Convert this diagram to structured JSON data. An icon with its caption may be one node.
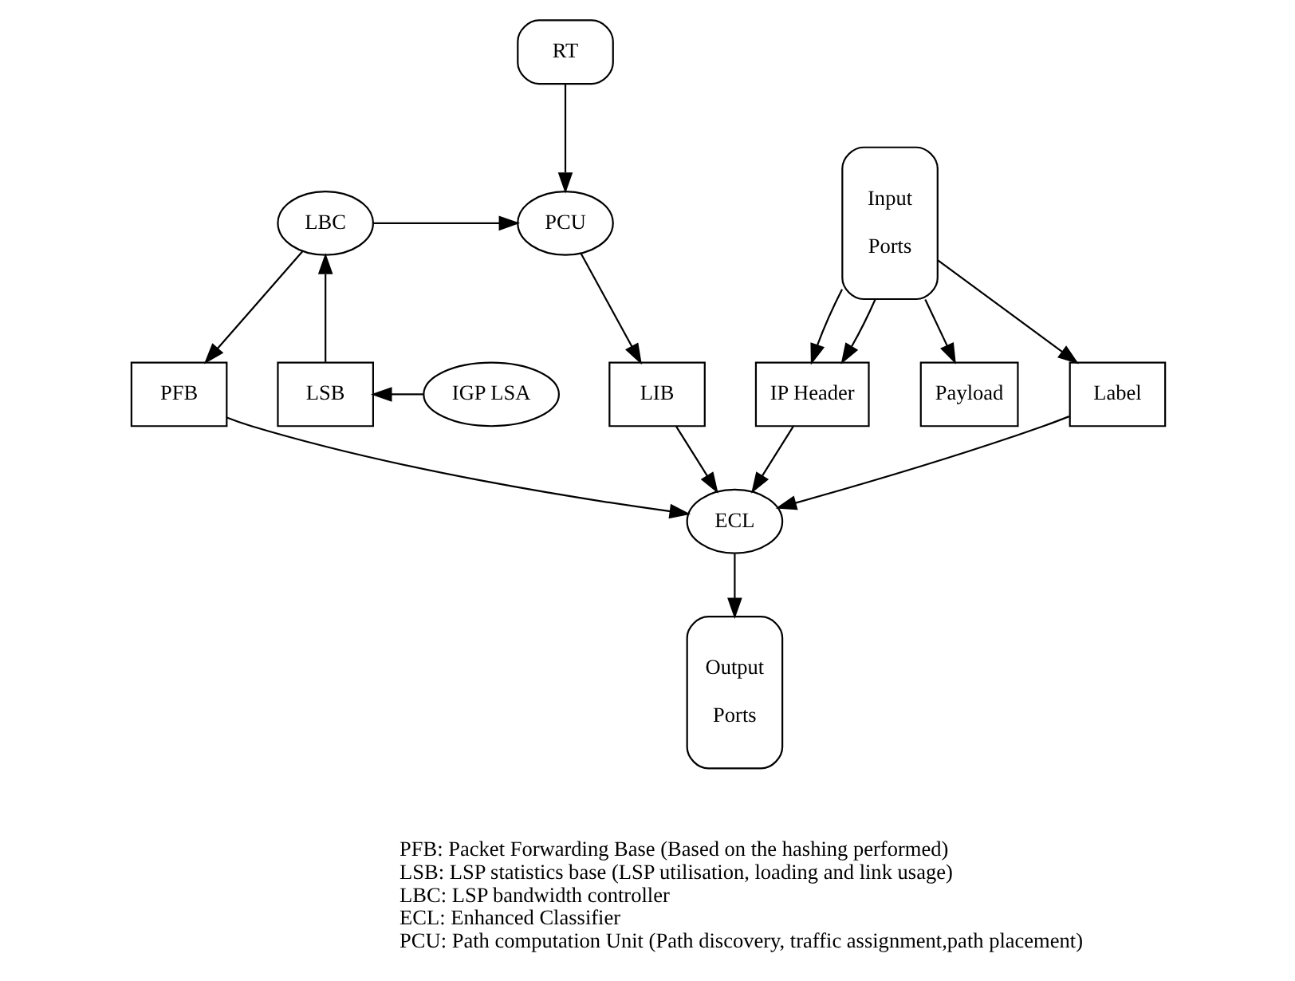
{
  "diagram": {
    "nodes": [
      {
        "text": [
          "RT"
        ]
      },
      {
        "text": [
          "LBC"
        ]
      },
      {
        "text": [
          "PCU"
        ]
      },
      {
        "text": [
          "IGP LSA"
        ]
      },
      {
        "text": [
          "LSB"
        ]
      },
      {
        "text": [
          "PFB"
        ]
      },
      {
        "text": [
          "LIB"
        ]
      },
      {
        "text": [
          "Input",
          "Ports"
        ]
      },
      {
        "text": [
          "Label"
        ]
      },
      {
        "text": [
          "IP Header"
        ]
      },
      {
        "text": [
          "Payload"
        ]
      },
      {
        "text": [
          "ECL"
        ]
      },
      {
        "text": [
          "Output",
          "Ports"
        ]
      }
    ],
    "edges": [
      {
        "from": 0,
        "to": 2,
        "arrow": "to"
      },
      {
        "from": 1,
        "to": 2,
        "arrow": "to"
      },
      {
        "from": 4,
        "to": 1,
        "arrow": "to"
      },
      {
        "from": 1,
        "to": 5,
        "arrow": "to"
      },
      {
        "from": 3,
        "to": 4,
        "arrow": "to"
      },
      {
        "from": 2,
        "to": 6,
        "arrow": "to"
      },
      {
        "from": 5,
        "to": 11,
        "arrow": "to"
      },
      {
        "from": 6,
        "to": 11,
        "arrow": "to"
      },
      {
        "from": 7,
        "to": 8,
        "arrow": "to"
      },
      {
        "from": 7,
        "to": 9,
        "arrow": "to"
      },
      {
        "from": 7,
        "to": 9,
        "arrow": "to"
      },
      {
        "from": 7,
        "to": 10,
        "arrow": "to"
      },
      {
        "from": 8,
        "to": 11,
        "arrow": "to"
      },
      {
        "from": 9,
        "to": 11,
        "arrow": "to"
      },
      {
        "from": 11,
        "to": 12,
        "arrow": "to"
      }
    ],
    "labels": [
      "PFB: Packet Forwarding Base (Based on the hashing performed)",
      "LSB: LSP statistics base (LSP utilisation, loading and link usage)",
      "LBC: LSP bandwidth controller",
      "ECL: Enhanced Classifier",
      "PCU: Path computation Unit (Path discovery, traffic assignment,path placement)"
    ]
  }
}
